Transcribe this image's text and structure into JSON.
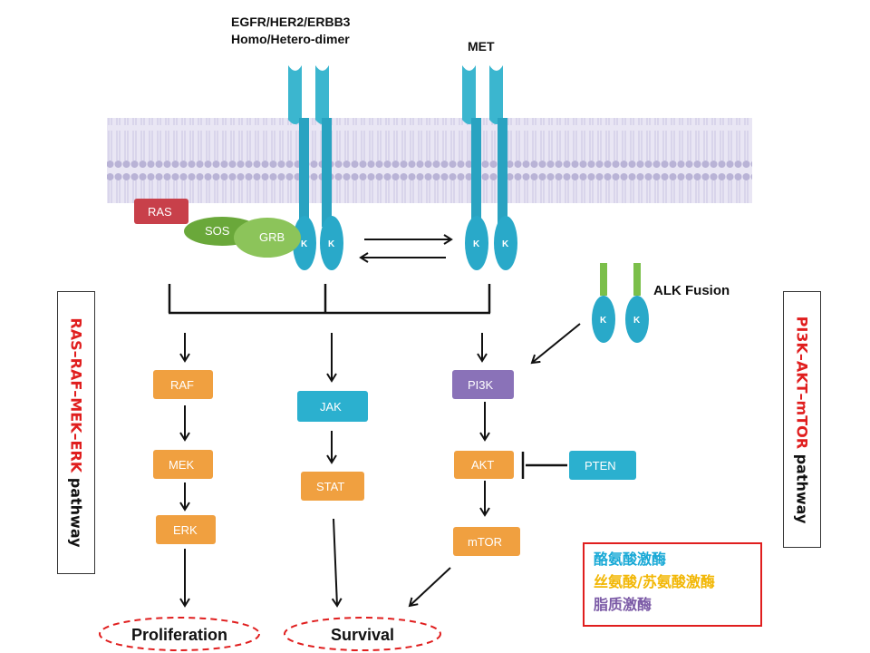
{
  "receptors": {
    "egfr_label_line1": "EGFR/HER2/ERBB3",
    "egfr_label_line2": "Homo/Hetero-dimer",
    "met_label": "MET",
    "alk_label": "ALK Fusion",
    "kinase_domain_label": "K"
  },
  "adaptors": {
    "ras": "RAS",
    "sos": "SOS",
    "grb": "GRB"
  },
  "nodes": {
    "raf": "RAF",
    "mek": "MEK",
    "erk": "ERK",
    "jak": "JAK",
    "stat": "STAT",
    "pi3k": "PI3K",
    "akt": "AKT",
    "mtor": "mTOR",
    "pten": "PTEN"
  },
  "outcomes": {
    "proliferation": "Proliferation",
    "survival": "Survival"
  },
  "pathways": {
    "left_name": "RAS–RAF–MEK–ERK",
    "left_suffix": " pathway",
    "right_name": "PI3K–AKT–mTOR",
    "right_suffix": " pathway"
  },
  "legend": {
    "tyrosine_kinase": "酪氨酸激酶",
    "ser_thr_kinase": "丝氨酸/苏氨酸激酶",
    "lipid_kinase": "脂质激酶"
  },
  "colors": {
    "tyrosine_kinase": "#19a9d6",
    "ser_thr_kinase": "#f2b705",
    "lipid_kinase": "#7b5aa6",
    "pathway_red": "#e01e1e",
    "receptor_teal": "#3bb6cf",
    "ras_red": "#c8404a",
    "sos_green": "#6aa83a",
    "grb_green": "#8cc45a",
    "membrane": "#b9b3d6",
    "orange_node": "#f0a040",
    "pi3k_purple": "#8a72b8"
  }
}
